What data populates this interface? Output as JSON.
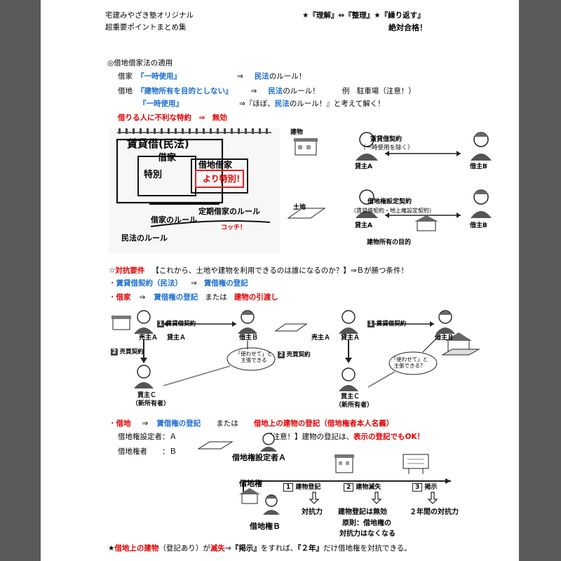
{
  "header": {
    "school": "宅建みやざき塾オリジナル",
    "subtitle": "超重要ポイントまとめ集",
    "motto": "★『理解』⇔『整理』★『繰り返す』",
    "pass": "絶対合格！"
  },
  "s1": {
    "title": "◎借地借家法の適用",
    "r1a": "借家",
    "r1b": "『一時使用』",
    "r1c": "⇒",
    "r1d": "民法",
    "r1e": "のルール！",
    "r2a": "借地",
    "r2b": "『建物所有を目的としない』",
    "r2c": "⇒",
    "r2d": "民法",
    "r2e": "のルール！",
    "r2f": "例　駐車場（注意！）",
    "r3b": "『一時使用』",
    "r3c": "⇒『ほぼ、",
    "r3d": "民法",
    "r3e": "のルール！』と考えて解く！",
    "r4": "借りる人に不利な特約　⇒　無効"
  },
  "notebook": {
    "n1": "賃貸借(民法)",
    "n2": "借家",
    "n3": "特別",
    "n4": "借地借家",
    "n5": "より特別！",
    "n6": "定期借家のルール",
    "n7": "借家のルール",
    "n8": "民法のルール",
    "n9": "コッチ！"
  },
  "diag1": {
    "building": "建物",
    "contract": "賃貸借契約",
    "contract_note": "（一時使用を除く）",
    "lessor": "貸主A",
    "lessee": "借主B",
    "land": "土地",
    "contract2": "借地権設定契約",
    "contract2_note": "（賃貸借契約・地上権設定契約）",
    "purpose": "建物所有の目的"
  },
  "s2": {
    "title_a": "☆",
    "title_b": "対抗要件",
    "title_c": "【これから、土地や建物を利用できるのは誰になるのか？】⇒Ｂが勝つ条件！",
    "l1a": "・",
    "l1b": "賃貸借契約（民法）",
    "l1c": "⇒",
    "l1d": "賃借権の登記",
    "l2a": "・",
    "l2b": "借家",
    "l2c": "⇒",
    "l2d": "賃借権の登記",
    "l2e": "または",
    "l2f": "建物の引渡し"
  },
  "diag2": {
    "step1": "1",
    "contract": "賃貸借契約",
    "seller": "売主Ａ",
    "lessor": "貸主Ａ",
    "lessee": "借主Ｂ",
    "step2": "2",
    "sale": "売買契約",
    "bubble": "「使わせて」と主張できる",
    "bubble_q": "「使わせて」と主張できる？",
    "buyer": "買主Ｃ",
    "owner": "（新所有者）"
  },
  "s3": {
    "l1a": "・",
    "l1b": "借地",
    "l1c": "⇒",
    "l1d": "賃借権の登記",
    "l1e": "または",
    "l1f": "借地上の建物の登記（借地権者本人名義）",
    "l2": "借地権設定者：Ａ",
    "l3": "借地権者　　：Ｂ",
    "note_a": "【注意！】建物の登記は、",
    "note_b": "表示の登記でもOK！"
  },
  "timeline": {
    "grantor": "借地権設定者Ａ",
    "right": "借地権",
    "holder": "借地権Ｂ",
    "s1n": "1",
    "s1": "建物登記",
    "s1r": "対抗力",
    "s2n": "2",
    "s2": "建物滅失",
    "s2r": "建物登記は無効",
    "s2r2": "原則：借地権の",
    "s2r3": "対抗力はなくなる",
    "s3n": "3",
    "s3": "掲示",
    "s3r": "２年間の対抗力"
  },
  "footer": {
    "a": "★",
    "b": "借地上の建物",
    "c": "（登記あり）が",
    "d": "滅失",
    "e": "⇒",
    "f": "『掲示』",
    "g": "をすれば、",
    "h": "『２年』",
    "i": "だけ借地権を対抗できる。"
  }
}
